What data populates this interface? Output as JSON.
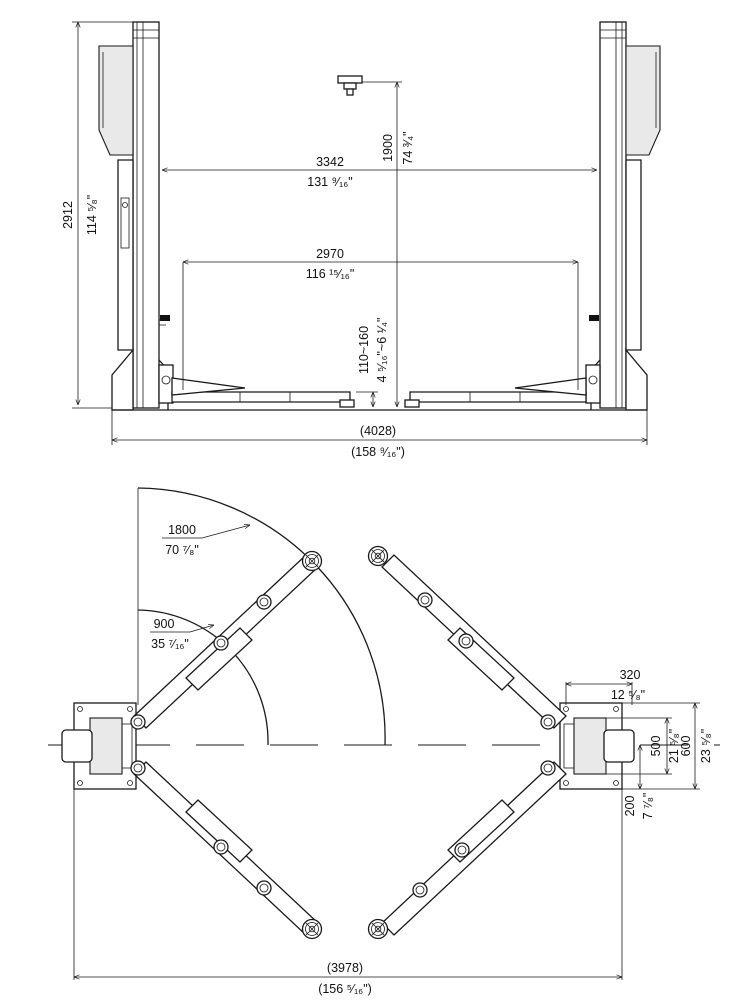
{
  "front_view": {
    "total_height_mm": "2912",
    "total_height_in": "114 ⁵⁄₈\"",
    "lift_height_mm": "1900",
    "lift_height_in": "74 ³⁄₄\"",
    "column_inner_width_mm": "3342",
    "column_inner_width_in": "131 ⁹⁄₁₆\"",
    "drive_through_mm": "2970",
    "drive_through_in": "116 ¹⁵⁄₁₆\"",
    "min_height_mm": "110~160",
    "min_height_in": "4 ⁵⁄₁₆\"~6 ¹⁄₄\"",
    "overall_width_mm": "(4028)",
    "overall_width_in": "(158 ⁹⁄₁₆\")"
  },
  "top_view": {
    "long_arm_reach_mm": "1800",
    "long_arm_reach_in": "70 ⁷⁄₈\"",
    "short_arm_reach_mm": "900",
    "short_arm_reach_in": "35 ⁷⁄₁₆\"",
    "base_depth_mm": "320",
    "base_depth_in": "12 ⁵⁄₈\"",
    "column_depth_mm": "500",
    "column_depth_in": "21 ⁵⁄₈\"",
    "base_length_mm": "600",
    "base_length_in": "23 ⁵⁄₈\"",
    "offset_mm": "200",
    "offset_in": "7 ⁷⁄₈\"",
    "overall_width_mm": "(3978)",
    "overall_width_in": "(156 ⁵⁄₁₆\")"
  }
}
